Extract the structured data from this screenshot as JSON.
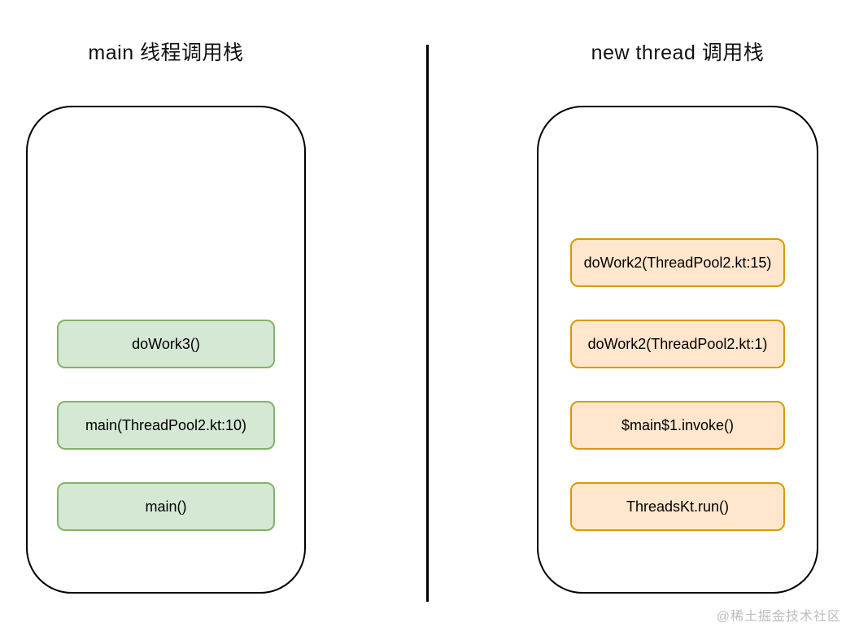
{
  "diagram": {
    "left_stack": {
      "title": "main 线程调用栈",
      "frame_fill": "#d5e8d4",
      "frame_border": "#82b366",
      "frames": [
        "doWork3()",
        "main(ThreadPool2.kt:10)",
        "main()"
      ]
    },
    "right_stack": {
      "title": "new thread 调用栈",
      "frame_fill": "#ffe6cc",
      "frame_border": "#d79b00",
      "frames": [
        "doWork2(ThreadPool2.kt:15)",
        "doWork2(ThreadPool2.kt:1)",
        "$main$1.invoke()",
        "ThreadsKt.run()"
      ]
    },
    "container_border_color": "#000000",
    "divider_color": "#000000"
  },
  "watermark": "@稀土掘金技术社区"
}
